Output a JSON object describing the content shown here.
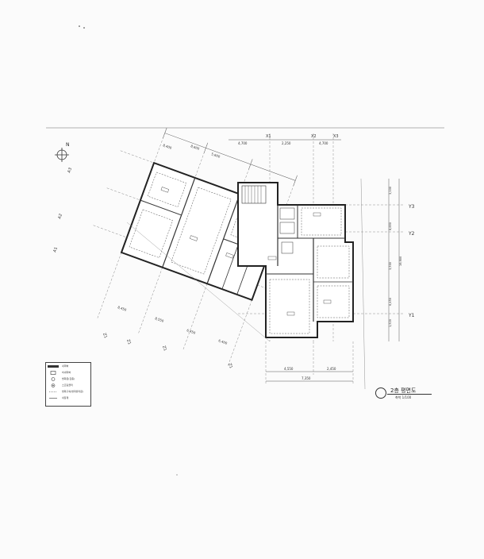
{
  "drawing": {
    "title": "2층 평면도",
    "scale": "축척 1/100",
    "north": "N",
    "grid_top": [
      "X1",
      "X2",
      "X3"
    ],
    "grid_right": [
      "Y3",
      "Y2",
      "Y1"
    ],
    "grid_left": [
      "A1",
      "A2",
      "A3"
    ],
    "grid_bottom": [
      "Z1",
      "Z1",
      "Z1",
      "Z1"
    ],
    "dims_top": [
      "8,400",
      "8,600",
      "5,600",
      "4,700",
      "2,250",
      "4,700"
    ],
    "dims_right": [
      "3,100",
      "8,850",
      "19,900",
      "3,500",
      "6,450",
      "1,520"
    ],
    "dims_bottom": [
      "4,550",
      "2,450",
      "7,350"
    ],
    "dims_left_bottom": [
      "8,450",
      "8,550",
      "6,450",
      "6,400"
    ]
  },
  "legend": {
    "rows": [
      {
        "symbol": "solid",
        "text": "내력벽"
      },
      {
        "symbol": "box",
        "text": "비내력벽"
      },
      {
        "symbol": "circle",
        "text": "방화문(갑종)"
      },
      {
        "symbol": "circle2",
        "text": "스프링클러"
      },
      {
        "symbol": "text",
        "text": "방화구획(방화유리문)"
      },
      {
        "symbol": "text2",
        "text": "내장재"
      }
    ]
  }
}
